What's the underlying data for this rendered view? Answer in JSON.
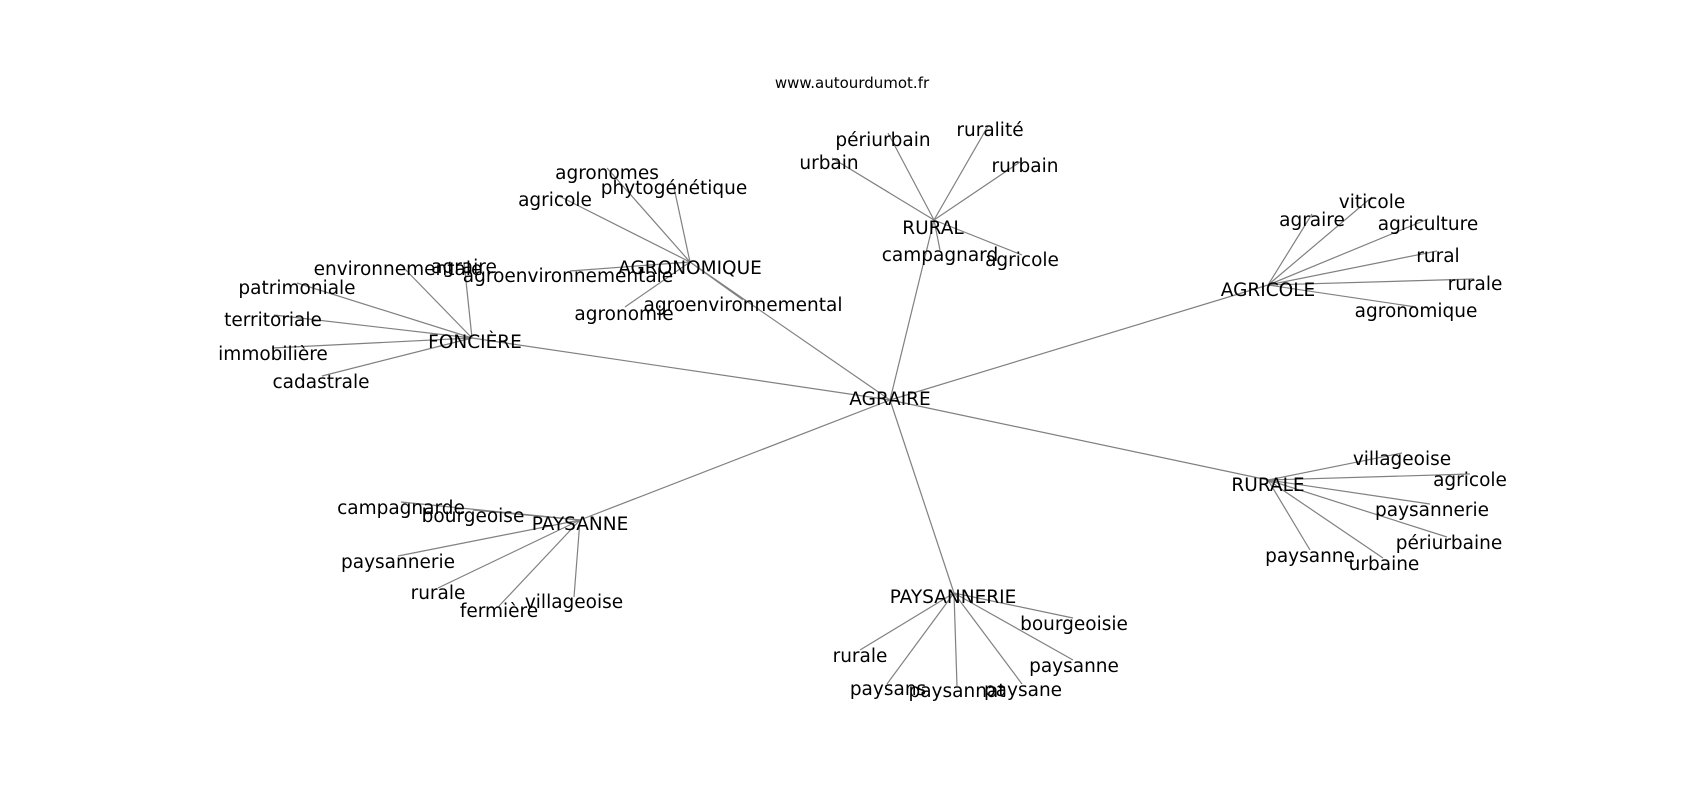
{
  "source_text": "www.autourdumot.fr",
  "center": "AGRAIRE",
  "colors": {
    "edge": "#808080",
    "text": "#000000",
    "background": "#ffffff"
  },
  "clusters": [
    {
      "id": "rural",
      "label": "RURAL",
      "leaves": [
        "périurbain",
        "ruralité",
        "urbain",
        "rurbain",
        "campagnard",
        "agricole"
      ]
    },
    {
      "id": "agronomique",
      "label": "AGRONOMIQUE",
      "leaves": [
        "agronomes",
        "phytogénétique",
        "agricole",
        "agroenvironnementale",
        "agronomie",
        "agroenvironnemental"
      ]
    },
    {
      "id": "fonciere",
      "label": "FONCIÈRE",
      "leaves": [
        "environnementale",
        "agraire",
        "patrimoniale",
        "territoriale",
        "immobilière",
        "cadastrale"
      ]
    },
    {
      "id": "agricole",
      "label": "AGRICOLE",
      "leaves": [
        "viticole",
        "agraire",
        "agriculture",
        "rural",
        "rurale",
        "agronomique"
      ]
    },
    {
      "id": "rurale",
      "label": "RURALE",
      "leaves": [
        "villageoise",
        "agricole",
        "paysannerie",
        "périurbaine",
        "paysanne",
        "urbaine"
      ]
    },
    {
      "id": "paysanne",
      "label": "PAYSANNE",
      "leaves": [
        "campagnarde",
        "bourgeoise",
        "paysannerie",
        "rurale",
        "fermière",
        "villageoise"
      ]
    },
    {
      "id": "paysannerie",
      "label": "PAYSANNERIE",
      "leaves": [
        "bourgeoisie",
        "rurale",
        "paysanne",
        "paysans",
        "paysannat",
        "paysane"
      ]
    }
  ]
}
